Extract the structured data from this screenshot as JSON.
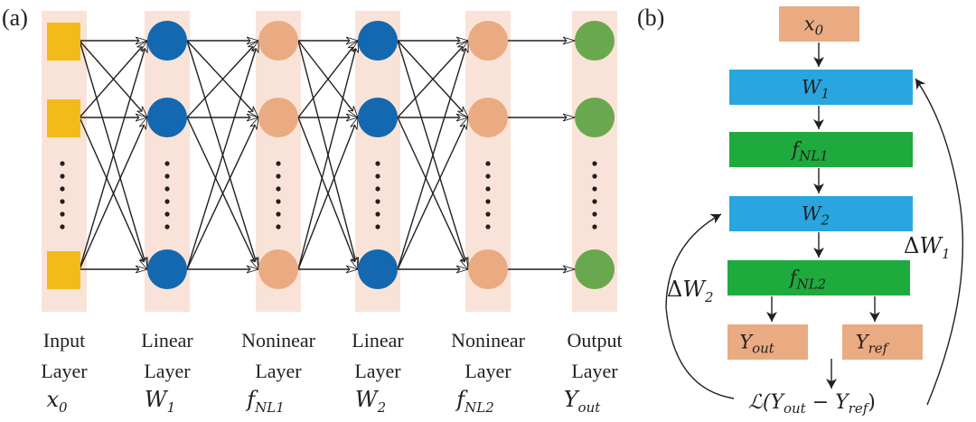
{
  "panel_a": {
    "label": "(a)",
    "band_color": "#f9e3d8",
    "layers": [
      {
        "id": "input",
        "caption_line1": "Input",
        "caption_line2": "Layer",
        "symbol": "x",
        "subscript": "0",
        "subscript_italic": false,
        "node_shape": "square",
        "node_color": "#f2bb1a"
      },
      {
        "id": "linear1",
        "caption_line1": "Linear",
        "caption_line2": "Layer",
        "symbol": "W",
        "subscript": "1",
        "subscript_italic": false,
        "node_shape": "circle",
        "node_color": "#1468b0"
      },
      {
        "id": "nonlinear1",
        "caption_line1": "Noninear",
        "caption_line2": "Layer",
        "symbol": "f",
        "subscript": "NL1",
        "subscript_italic": true,
        "node_shape": "circle",
        "node_color": "#eaab82"
      },
      {
        "id": "linear2",
        "caption_line1": "Linear",
        "caption_line2": "Layer",
        "symbol": "W",
        "subscript": "2",
        "subscript_italic": false,
        "node_shape": "circle",
        "node_color": "#1468b0"
      },
      {
        "id": "nonlinear2",
        "caption_line1": "Noninear",
        "caption_line2": "Layer",
        "symbol": "f",
        "subscript": "NL2",
        "subscript_italic": true,
        "node_shape": "circle",
        "node_color": "#eaab82"
      },
      {
        "id": "output",
        "caption_line1": "Output",
        "caption_line2": "Layer",
        "symbol": "Y",
        "subscript": "out",
        "subscript_italic": true,
        "node_shape": "circle",
        "node_color": "#6aa84f"
      }
    ],
    "connections": [
      "full",
      "full",
      "full",
      "full",
      "one-to-one"
    ],
    "ellipsis": "⋮"
  },
  "panel_b": {
    "label": "(b)",
    "blocks": [
      {
        "id": "x0",
        "symbol": "x",
        "subscript": "0",
        "sub_italic": false,
        "color": "#eaab82"
      },
      {
        "id": "W1",
        "symbol": "W",
        "subscript": "1",
        "sub_italic": false,
        "color": "#29a6e0"
      },
      {
        "id": "fNL1",
        "symbol": "f",
        "subscript": "NL1",
        "sub_italic": true,
        "color": "#1faa3d"
      },
      {
        "id": "W2",
        "symbol": "W",
        "subscript": "2",
        "sub_italic": false,
        "color": "#29a6e0"
      },
      {
        "id": "fNL2",
        "symbol": "f",
        "subscript": "NL2",
        "sub_italic": true,
        "color": "#1faa3d"
      },
      {
        "id": "Yout",
        "symbol": "Y",
        "subscript": "out",
        "sub_italic": true,
        "color": "#eaab82"
      },
      {
        "id": "Yref",
        "symbol": "Y",
        "subscript": "ref",
        "sub_italic": true,
        "color": "#eaab82"
      }
    ],
    "loss": {
      "prefix": "ℒ(",
      "a": "Y",
      "a_sub": "out",
      "op": " − ",
      "b": "Y",
      "b_sub": "ref",
      "suffix": ")"
    },
    "feedback": [
      {
        "symbol": "ΔW",
        "subscript": "1",
        "target": "W1"
      },
      {
        "symbol": "ΔW",
        "subscript": "2",
        "target": "W2"
      }
    ]
  }
}
